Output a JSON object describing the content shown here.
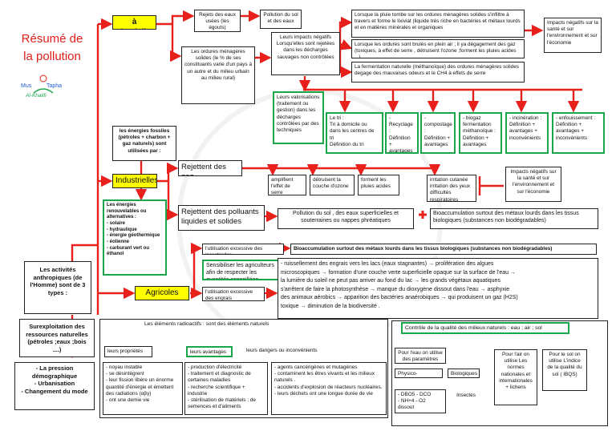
{
  "title": {
    "line1": "Résumé de",
    "line2": "la pollution"
  },
  "logo": {
    "text1": "Mus",
    "text2": "Tapha",
    "text3": "Al-Khalifi"
  },
  "sources": {
    "domicile": "à domicile",
    "industrielles": "Industrielles",
    "agricoles": "Agricoles"
  },
  "left_boxes": {
    "activites": "Les activités anthropiques (de l'Homme)  sont de 3 types :",
    "surexploitation": "Surexploitation des ressources naturelles (pétroles ;eaux ;bois ....)",
    "causes": [
      "- La pression démographique",
      "- Urbanisation",
      "- Changement du mode"
    ]
  },
  "domicile": {
    "rejets": "Rejets des eaux usées (les égouts)",
    "pollution_sol": "Pollution du sol et des eaux",
    "ordures": "Les ordures ménagères solides (le % de ses constituants varie d'un pays à un autre et du milieu urbain au milieu rural)",
    "impacts": "Leurs impacts négatifs Lorsqu'elles sont rejetées dans les décharges sauvages non contrôlées",
    "pluie": "Lorsque la pluie tombe sur les ordures ménagères solides s'infiltre à travers et forme le lixiviat  (liquide très riche en bactéries et métaux lourds et en matières minérales et organiques",
    "brulees": "Lorsque les ordures sont brulés en plein air ; il ya dégagement des gaz (toxiques, à effet de serre , détruisent l'ozone ;forment les pluies acides ...)",
    "fermentation": "La fermentation naturelle (méthanoïque) des ordures ménagères solides degage des mauvaises odeurs et le CH4 à effets de serre",
    "impacts_sante": "Impacts négatifs sur la santé et sur l'environnement et sur l'économie",
    "valorisations": "Leurs valorisations (traitement ou gestion) dans les décharges contrôlées  par des techniques",
    "techniques": [
      {
        "label": "Le tri :",
        "lines": [
          "Tri à domicile ou dans les centres de tri",
          "Définition du  tri"
        ]
      },
      {
        "label": "- Recyclage :",
        "lines": [
          "Définition + avantages"
        ]
      },
      {
        "label": "- compostage :",
        "lines": [
          "Définition + avantages"
        ]
      },
      {
        "label": "- biogaz",
        "lines": [
          "fermentation méthanoïque :",
          "Définition + avantages"
        ]
      },
      {
        "label": "- incinération :",
        "lines": [
          "Définition + avantages + inconvénients"
        ]
      },
      {
        "label": "- enfouissement :",
        "lines": [
          "Définition + avantages + inconvénients"
        ]
      }
    ]
  },
  "industrie": {
    "fossiles": "les énergies fossiles (pétroles + charbon + gaz naturels) sont utilisées par :",
    "renouvelables_title": "Les énergies renouvelables ou alternatives :",
    "renouvelables": [
      "- solaire",
      "- hydraulique",
      "- énergie géothermique",
      "- éolienne",
      "- carburant vert ou éthanol"
    ],
    "rejet_gaz": "Rejettent des gaz",
    "gaz_effets": [
      "amplifient l'effet de serre",
      "détruisent la couche d'ozone",
      "forment les pluies acides",
      "irritation cutanée irritation des yeux difficultés respiratoires"
    ],
    "impacts": "Impacts négatifs sur la santé et sur l'environnement et sur l'économie",
    "rejet_polluants": "Rejettent des polluants liquides et solides",
    "pollution_sol": "Pollution du sol , des eaux superficielles et souterraines ou nappes phréatiques",
    "bioaccumulation": "Bioaccumulation surtout des métaux lourds dans les tissus biologiques (substances non biodégradables)"
  },
  "agriculture": {
    "insecticides": "l'utilisation excessive des insecticides",
    "bioaccumulation": "Bioaccumulation surtout des métaux lourds dans les tissus biologiques (substances non biodégradables)",
    "sensibiliser": "Sensibiliser les agriculteurs afin de respecter les quantités conseillées",
    "engrais": "l'utilisation excessive des engrais",
    "consequences": [
      "- ruissellement des engrais vers les lacs (eaux stagnantes)  →  prolifération des algues",
      "microscopiques  → formation d'une couche verte superficielle opaque sur la surface de l'eau →",
      "la lumière du soleil ne peut pas arriver au fond du lac  →  les grands végétaux aquatiques",
      "s'arrêtent  de faire la photosynthèse  →  manque du dioxygène dissout dans l'eau →  asphyxie",
      "des animaux aérobics →  apparition des bactéries anaérobiques →  qui produisent un gaz (H2S)",
      "toxique →  diminution de la biodiversité ."
    ]
  },
  "radioactifs": {
    "title": "Les éléments radioactifs : sont des éléments naturels",
    "proprietes": "leurs propriétés",
    "avantages": "leurs avantages",
    "dangers": "leurs dangers ou inconvénients",
    "proprietes_list": [
      "- noyau instable",
      "- se désintègrent",
      "- leur fission libère un énorme quantité d'énergie et émettent des radiations (αβγ)",
      "- ont une demie vie"
    ],
    "avantages_list": [
      "- production d'électricité",
      "- traitement et diagnostic de certaines maladies",
      "- recherche scientifique + industrie",
      "- stérilisation de matériels ; de semences et d'aliments"
    ],
    "dangers_list": [
      "- agents cancérigènes et mutagènes",
      "- contaminent les êtres vivants et les milieux naturels .",
      "- accidents d'explosion de réacteurs nucléaires.",
      "- leurs déchets ont une longue durée de vie"
    ]
  },
  "controle": {
    "title": "Contrôle de la qualité des milieux naturels : eau ; air ; sol",
    "eau": "Pour l'eau on utilise des paramètres",
    "physico": "Physico-chimiques",
    "biologiques": "Biologiques",
    "params": [
      "- DBO5      - DCO",
      "- NH+4      - O2 dissout"
    ],
    "insectes": "Insectes",
    "air": "Pour l'air on utilise Les normes nationales et internationales + lichens",
    "sol": "Pour le sol on utilise L'indice de la qualité du sol ( IBQS)"
  },
  "colors": {
    "arrow": "#e8201b",
    "green": "#1aa64a",
    "yellow": "#ffff00",
    "blue": "#1e5bd8"
  }
}
